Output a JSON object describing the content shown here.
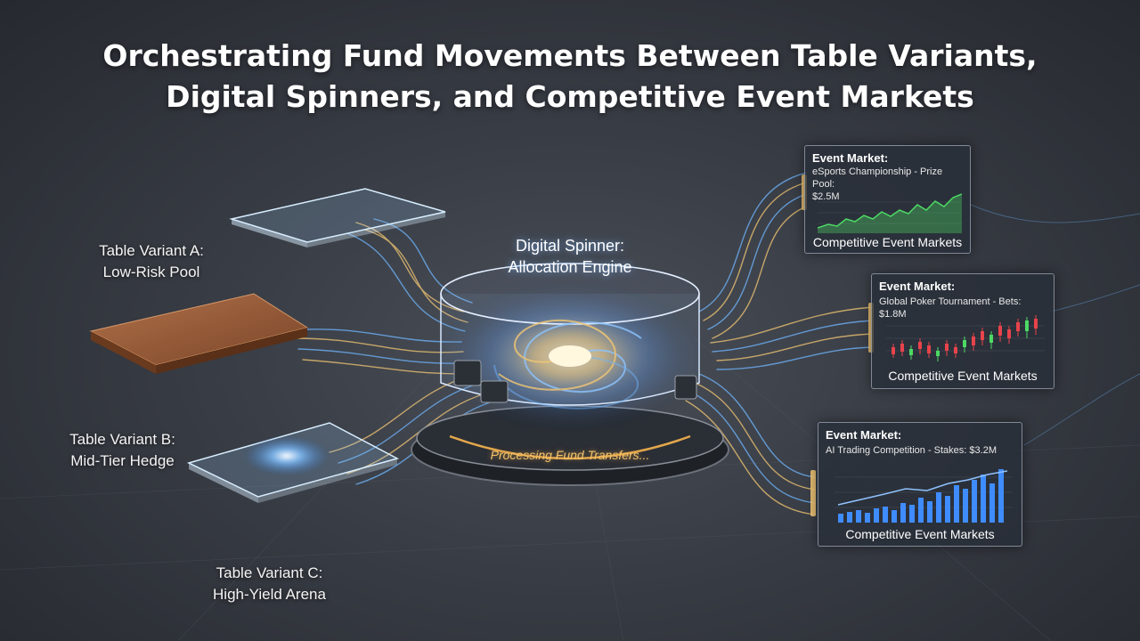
{
  "title": {
    "line1": "Orchestrating Fund Movements Between Table Variants,",
    "line2": "Digital Spinners, and Competitive Event Markets"
  },
  "tables": [
    {
      "name_line1": "Table Variant A:",
      "name_line2": "Low-Risk Pool"
    },
    {
      "name_line1": "Table Variant B:",
      "name_line2": "Mid-Tier Hedge"
    },
    {
      "name_line1": "Table Variant C:",
      "name_line2": "High-Yield Arena"
    }
  ],
  "spinner": {
    "label_line1": "Digital Spinner:",
    "label_line2": "Allocation Engine",
    "status": "Processing Fund Transfers..."
  },
  "markets": [
    {
      "title": "Event Market:",
      "subtitle_line1": "eSports Championship - Prize Pool:",
      "subtitle_line2": "$2.5M",
      "footer": "Competitive Event Markets",
      "chart_kind": "area",
      "color": "#4cd964"
    },
    {
      "title": "Event Market:",
      "subtitle_line1": "Global Poker Tournament - Bets: $1.8M",
      "subtitle_line2": "",
      "footer": "Competitive Event Markets",
      "chart_kind": "candlestick",
      "color": "#e8434b"
    },
    {
      "title": "Event Market:",
      "subtitle_line1": "AI Trading Competition - Stakes: $3.2M",
      "subtitle_line2": "",
      "footer": "Competitive Event Markets",
      "chart_kind": "bar-line",
      "color": "#3f8cff"
    }
  ],
  "colors": {
    "stream_blue": "#6fb6ff",
    "stream_gold": "#f3c774",
    "background": "#383c44"
  }
}
